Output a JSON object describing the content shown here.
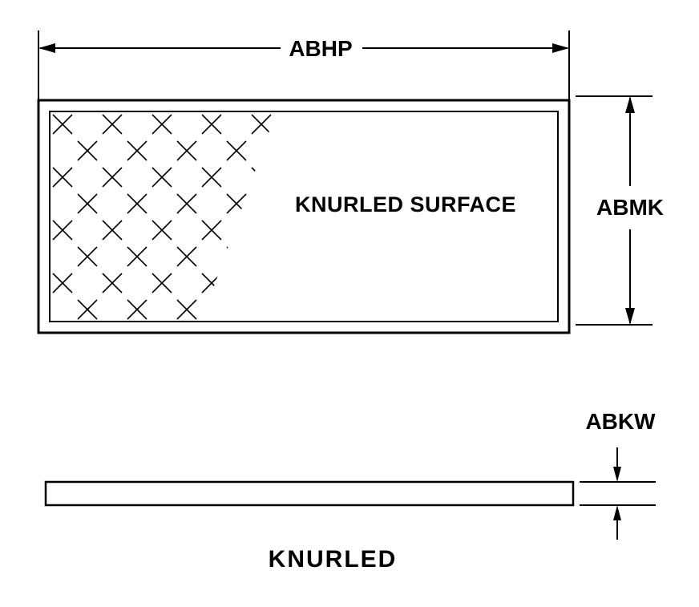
{
  "diagram": {
    "kind": "engineering-drawing",
    "labels": {
      "width_dim": "ABHP",
      "height_dim": "ABMK",
      "thickness_dim": "ABKW",
      "surface": "KNURLED SURFACE",
      "caption": "KNURLED"
    },
    "colors": {
      "line": "#000000",
      "background": "#ffffff"
    }
  }
}
